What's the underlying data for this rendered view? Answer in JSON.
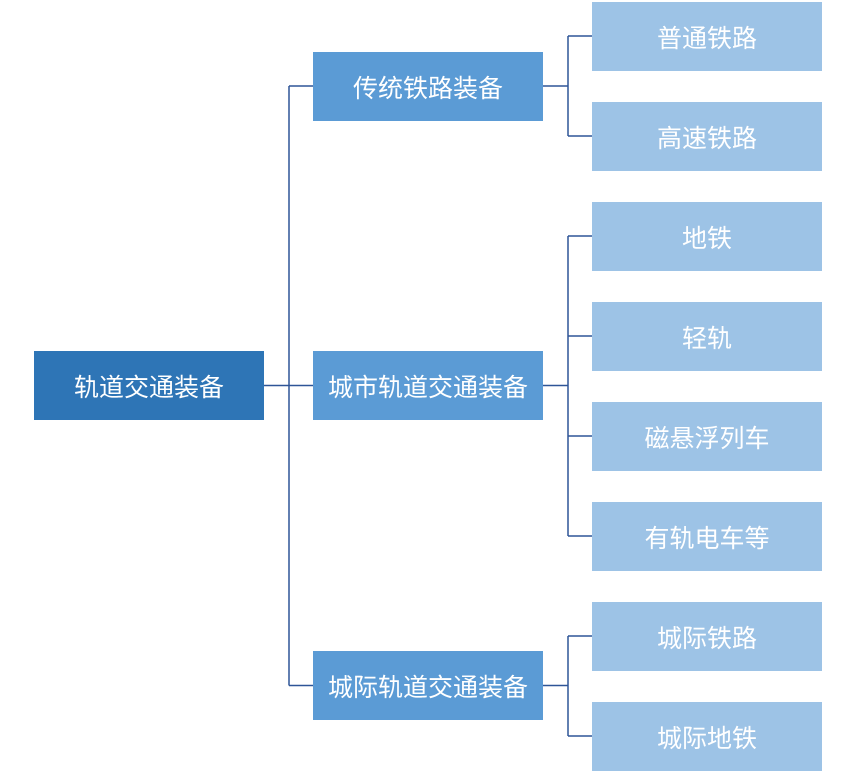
{
  "diagram": {
    "type": "hierarchy-tree",
    "colors": {
      "root_fill": "#2e75b6",
      "mid_fill": "#5b9bd5",
      "leaf_fill": "#9dc3e6",
      "connector": "#2e5597",
      "text": "#ffffff"
    },
    "root": {
      "label": "轨道交通装备"
    },
    "categories": [
      {
        "label": "传统铁路装备",
        "children": [
          {
            "label": "普通铁路"
          },
          {
            "label": "高速铁路"
          }
        ]
      },
      {
        "label": "城市轨道交通装备",
        "children": [
          {
            "label": "地铁"
          },
          {
            "label": "轻轨"
          },
          {
            "label": "磁悬浮列车"
          },
          {
            "label": "有轨电车等"
          }
        ]
      },
      {
        "label": "城际轨道交通装备",
        "children": [
          {
            "label": "城际铁路"
          },
          {
            "label": "城际地铁"
          }
        ]
      }
    ]
  }
}
